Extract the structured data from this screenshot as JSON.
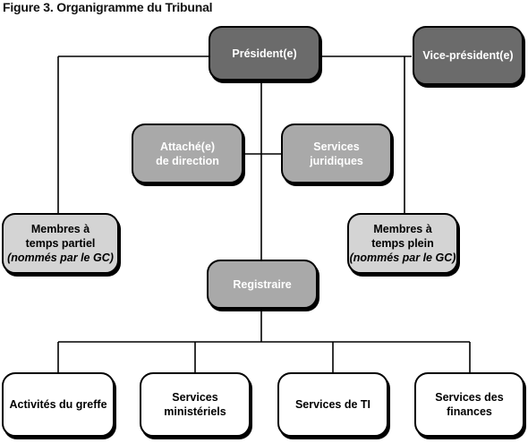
{
  "title": "Figure 3. Organigramme du Tribunal",
  "nodes": {
    "president": "Président(e)",
    "vice_president": "Vice-président(e)",
    "attache": {
      "line1": "Attaché(e)",
      "line2": "de direction"
    },
    "juridiques": {
      "line1": "Services",
      "line2": "juridiques"
    },
    "membres_partiel": {
      "line1": "Membres à",
      "line2": "temps partiel",
      "line3": "(nommés par le GC)"
    },
    "membres_plein": {
      "line1": "Membres à",
      "line2": "temps plein",
      "line3": "(nommés par le GC)"
    },
    "registraire": "Registraire",
    "greffe": "Activités du greffe",
    "ministeriels": {
      "line1": "Services",
      "line2": "ministériels"
    },
    "ti": "Services de TI",
    "finances": {
      "line1": "Services des",
      "line2": "finances"
    }
  },
  "colors": {
    "dark": "#6b6b6b",
    "mid": "#a9a9a9",
    "light": "#d4d4d4",
    "white": "#ffffff"
  }
}
